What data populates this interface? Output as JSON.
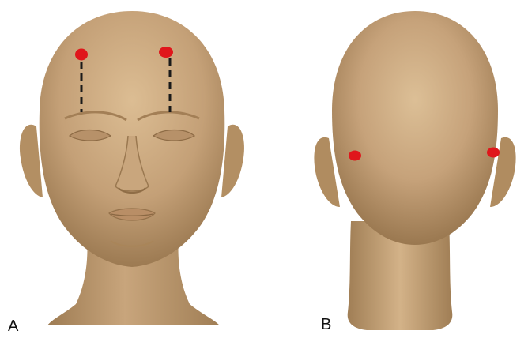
{
  "panels": [
    {
      "label": "A",
      "view": "front"
    },
    {
      "label": "B",
      "view": "back"
    }
  ],
  "colors": {
    "skin": "#c7a37a",
    "skin_shadow": "#a78459",
    "skin_highlight": "#d9b98f",
    "marker": "#e0161b",
    "guide_line": "#1a1a1a"
  }
}
